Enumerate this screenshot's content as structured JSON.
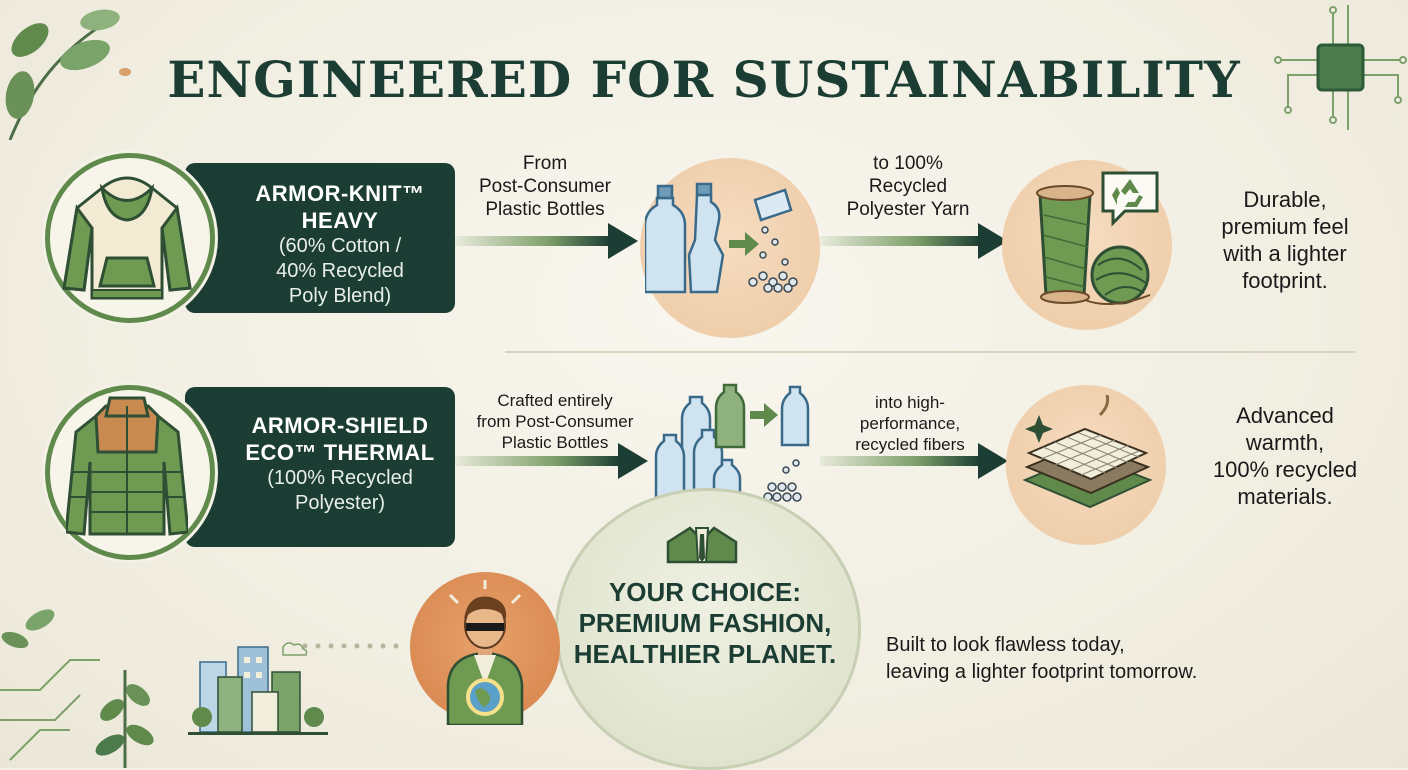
{
  "title": "ENGINEERED FOR SUSTAINABILITY",
  "rows": [
    {
      "product_name": [
        "ARMOR-KNIT™",
        "HEAVY"
      ],
      "composition": [
        "(60% Cotton /",
        "40% Recycled",
        "Poly Blend)"
      ],
      "source_label": [
        "From",
        "Post-Consumer",
        "Plastic Bottles"
      ],
      "output_label": [
        "to 100%",
        "Recycled",
        "Polyester Yarn"
      ],
      "result": [
        "Durable,",
        "premium feel",
        "with a lighter",
        "footprint."
      ]
    },
    {
      "product_name": [
        "ARMOR-SHIELD",
        "ECO™ THERMAL"
      ],
      "composition": [
        "(100% Recycled",
        "Polyester)"
      ],
      "source_label": [
        "Crafted entirely",
        "from Post-Consumer",
        "Plastic Bottles"
      ],
      "output_label": [
        "into high-",
        "performance,",
        "recycled fibers"
      ],
      "result": [
        "Advanced",
        "warmth,",
        "100% recycled",
        "materials."
      ]
    }
  ],
  "choice": [
    "YOUR CHOICE:",
    "PREMIUM FASHION,",
    "HEALTHIER PLANET."
  ],
  "tagline": [
    "Built to look flawless today,",
    "leaving a lighter footprint tomorrow."
  ],
  "colors": {
    "dark_green": "#1c3d33",
    "leaf_green": "#5f8a4c",
    "peach": "#ecc9a3",
    "background": "#f4f1e6"
  },
  "icons": [
    "leaf-icon",
    "circuit-chip-icon",
    "hoodie-icon",
    "puffer-jacket-icon",
    "plastic-bottles-icon",
    "pellets-icon",
    "yarn-spool-icon",
    "recycle-icon",
    "fabric-layers-icon",
    "person-globe-icon",
    "city-buildings-icon"
  ]
}
